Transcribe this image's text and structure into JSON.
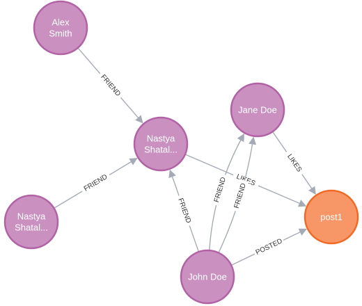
{
  "colors": {
    "person_fill": "#c990c0",
    "person_stroke": "#b261a5",
    "post_fill": "#f79767",
    "post_stroke": "#f36924",
    "edge": "#a5abb6"
  },
  "nodes": [
    {
      "id": "alex",
      "kind": "person",
      "lines": [
        "Alex",
        "Smith"
      ]
    },
    {
      "id": "nastya1",
      "kind": "person",
      "lines": [
        "Nastya",
        "Shatal..."
      ]
    },
    {
      "id": "jane",
      "kind": "person",
      "lines": [
        "Jane Doe"
      ]
    },
    {
      "id": "nastya2",
      "kind": "person",
      "lines": [
        "Nastya",
        "Shatal..."
      ]
    },
    {
      "id": "post1",
      "kind": "post",
      "lines": [
        "post1"
      ]
    },
    {
      "id": "john",
      "kind": "person",
      "lines": [
        "John Doe"
      ]
    }
  ],
  "edges": [
    {
      "id": "e1",
      "from": "alex",
      "to": "nastya1",
      "label": "FRIEND"
    },
    {
      "id": "e2",
      "from": "nastya2",
      "to": "nastya1",
      "label": "FRIEND"
    },
    {
      "id": "e3",
      "from": "nastya1",
      "to": "post1",
      "label": "LIKES"
    },
    {
      "id": "e4",
      "from": "jane",
      "to": "post1",
      "label": "LIKES"
    },
    {
      "id": "e5",
      "from": "john",
      "to": "nastya1",
      "label": "FRIEND"
    },
    {
      "id": "e6",
      "from": "john",
      "to": "jane",
      "label": "FRIEND"
    },
    {
      "id": "e7",
      "from": "john",
      "to": "jane",
      "label": "FRIEND"
    },
    {
      "id": "e8",
      "from": "john",
      "to": "post1",
      "label": "POSTED"
    }
  ]
}
